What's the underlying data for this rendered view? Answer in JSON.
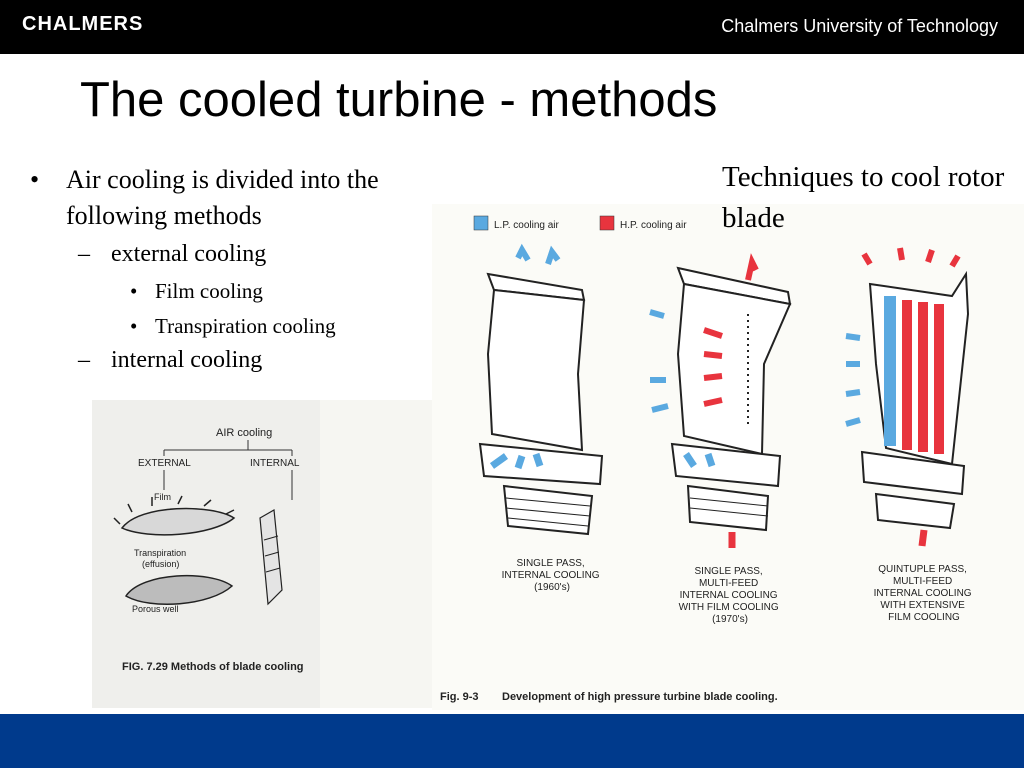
{
  "header": {
    "logo_text": "CHALMERS",
    "university": "Chalmers University of Technology"
  },
  "slide": {
    "title": "The cooled turbine - methods",
    "caption_right": "Techniques to cool rotor blade",
    "bullets": {
      "level1": {
        "mark": "•",
        "text": "Air cooling is divided into the following methods"
      },
      "external": {
        "mark": "–",
        "text": "external cooling"
      },
      "film": {
        "mark": "•",
        "text": "Film cooling"
      },
      "transpiration": {
        "mark": "•",
        "text": "Transpiration cooling"
      },
      "internal": {
        "mark": "–",
        "text": "internal cooling"
      }
    }
  },
  "figure_left": {
    "root": "AIR cooling",
    "external": "EXTERNAL",
    "internal": "INTERNAL",
    "film": "Film",
    "transpiration_1": "Transpiration",
    "transpiration_2": "(effusion)",
    "porous": "Porous well",
    "caption": "FIG. 7.29  Methods of blade cooling"
  },
  "figure_right": {
    "legend_lp": "L.P. cooling air",
    "legend_hp": "H.P. cooling air",
    "colors": {
      "lp": "#5aa9e0",
      "hp": "#e8343e"
    },
    "blade1": [
      "SINGLE PASS,",
      "INTERNAL COOLING",
      "(1960's)"
    ],
    "blade2": [
      "SINGLE PASS,",
      "MULTI-FEED",
      "INTERNAL COOLING",
      "WITH FILM COOLING",
      "(1970's)"
    ],
    "blade3": [
      "QUINTUPLE PASS,",
      "MULTI-FEED",
      "INTERNAL COOLING",
      "WITH EXTENSIVE",
      "FILM COOLING"
    ],
    "fig_number": "Fig. 9-3",
    "fig_caption": "Development of high pressure  turbine blade cooling."
  }
}
